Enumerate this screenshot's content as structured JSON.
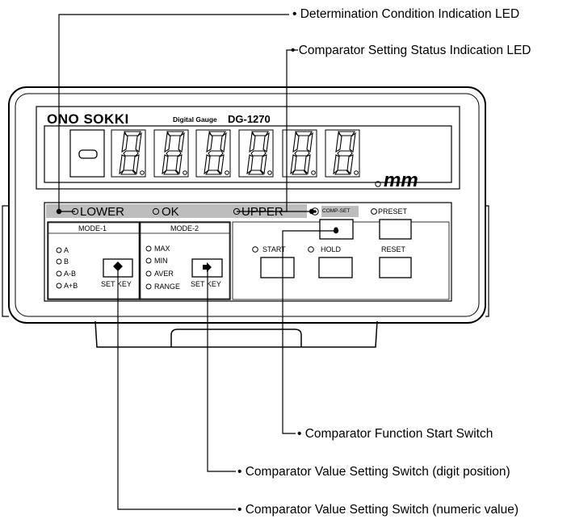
{
  "device": {
    "brand": "ONO SOKKI",
    "model_caption": "Digital Gauge",
    "model_number": "DG-1270",
    "unit": "mm",
    "display_sign": "−"
  },
  "status_leds": {
    "lower": "LOWER",
    "ok": "OK",
    "upper": "UPPER"
  },
  "mode1": {
    "title": "MODE-1",
    "options": [
      "A",
      "B",
      "A-B",
      "A+B"
    ],
    "set_key": "SET KEY"
  },
  "mode2": {
    "title": "MODE-2",
    "options": [
      "MAX",
      "MIN",
      "AVER",
      "RANGE"
    ],
    "set_key": "SET KEY"
  },
  "controls": {
    "comp_set": "COMP-SET",
    "preset": "PRESET",
    "start": "START",
    "hold": "HOLD",
    "reset": "RESET"
  },
  "callouts": [
    "• Determination Condition Indication LED",
    "• Comparator Setting Status Indication LED",
    "• Comparator Function Start Switch",
    "• Comparator Value Setting Switch (digit position)",
    "• Comparator Value Setting Switch (numeric value)"
  ]
}
